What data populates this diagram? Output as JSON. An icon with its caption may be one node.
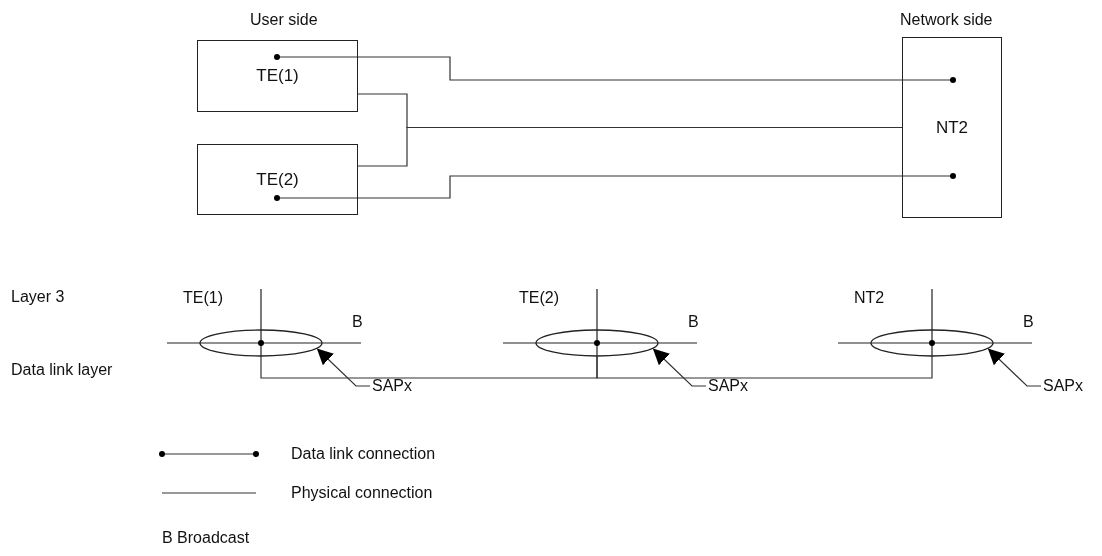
{
  "diagram": {
    "nodes": [
      {
        "text": [
          "TE(1)"
        ]
      },
      {
        "text": [
          "TE(2)"
        ]
      },
      {
        "text": [
          "NT2"
        ]
      },
      {
        "text": [],
        "shape": "ellipse",
        "beside": [
          "TE(1)",
          "B"
        ]
      },
      {
        "text": [],
        "shape": "ellipse",
        "beside": [
          "TE(2)",
          "B"
        ]
      },
      {
        "text": [],
        "shape": "ellipse",
        "beside": [
          "NT2",
          "B"
        ]
      },
      {
        "text": [
          "SAPx"
        ]
      },
      {
        "text": [
          "SAPx"
        ]
      },
      {
        "text": [
          "SAPx"
        ]
      }
    ],
    "edges": [
      {
        "from": 0,
        "to": 2,
        "arrow": "other"
      },
      {
        "from": 0,
        "to": 2,
        "arrow": "none"
      },
      {
        "from": 1,
        "to": 2,
        "arrow": "none"
      },
      {
        "from": 1,
        "to": 2,
        "arrow": "other"
      },
      {
        "from": 6,
        "to": 3,
        "arrow": "to"
      },
      {
        "from": 7,
        "to": 4,
        "arrow": "to"
      },
      {
        "from": 8,
        "to": 5,
        "arrow": "to"
      },
      {
        "from": 3,
        "to": 4,
        "arrow": "none"
      },
      {
        "from": 4,
        "to": 5,
        "arrow": "none"
      }
    ],
    "labels": [
      "User side",
      "Network side",
      "Layer 3",
      "Data link layer",
      "B Broadcast"
    ],
    "legend": [
      {
        "text": "Data link connection"
      },
      {
        "text": "Physical connection"
      }
    ]
  }
}
